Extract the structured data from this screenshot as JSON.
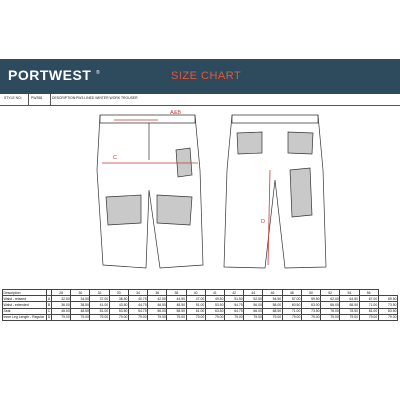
{
  "header": {
    "brand": "PORTWEST",
    "brand_mark": "®",
    "title": "SIZE CHART",
    "background": "#2d4b5d",
    "title_color": "#e0583a"
  },
  "product": {
    "style_label": "STYLE NO:",
    "style_no": "PW358",
    "description_label": "DESCRIPTION:",
    "description": "PW3 LINED WINTER WORK TROUSER"
  },
  "diagram": {
    "labels": {
      "a": "A&B",
      "c": "C",
      "d": "D"
    },
    "line_color": "#333333",
    "measure_color": "#c23a3a"
  },
  "size_table": {
    "columns": [
      "Description",
      "",
      "28",
      "30",
      "32",
      "33",
      "34",
      "36",
      "38",
      "40",
      "41",
      "42",
      "44",
      "46",
      "48",
      "50",
      "52",
      "54",
      "56"
    ],
    "rows": [
      {
        "desc": "Waist - relaxed",
        "key": "A",
        "values": [
          "32.50",
          "34.50",
          "37.00",
          "38.50",
          "40.75",
          "42.50",
          "44.50",
          "47.00",
          "49.50",
          "51.50",
          "52.50",
          "54.50",
          "57.00",
          "59.50",
          "62.00",
          "64.50",
          "67.00",
          "69.50"
        ]
      },
      {
        "desc": "Waist - extended",
        "key": "B",
        "values": [
          "36.00",
          "38.50",
          "41.00",
          "43.50",
          "44.75",
          "46.50",
          "48.50",
          "51.00",
          "53.50",
          "54.75",
          "56.00",
          "58.00",
          "60.50",
          "63.00",
          "66.00",
          "68.50",
          "71.00",
          "73.50"
        ]
      },
      {
        "desc": "Seat",
        "key": "C",
        "values": [
          "46.00",
          "48.50",
          "51.00",
          "53.50",
          "54.75",
          "56.00",
          "58.50",
          "61.00",
          "63.50",
          "64.75",
          "66.00",
          "68.50",
          "71.00",
          "73.50",
          "76.00",
          "78.50",
          "81.00",
          "83.50"
        ]
      },
      {
        "desc": "Inner Leg Length - Regular",
        "key": "D",
        "values": [
          "79.00",
          "79.00",
          "79.00",
          "79.00",
          "79.00",
          "79.00",
          "79.00",
          "79.00",
          "79.00",
          "79.00",
          "79.00",
          "79.00",
          "79.00",
          "79.00",
          "79.00",
          "79.00",
          "79.00",
          "79.00"
        ]
      }
    ]
  }
}
